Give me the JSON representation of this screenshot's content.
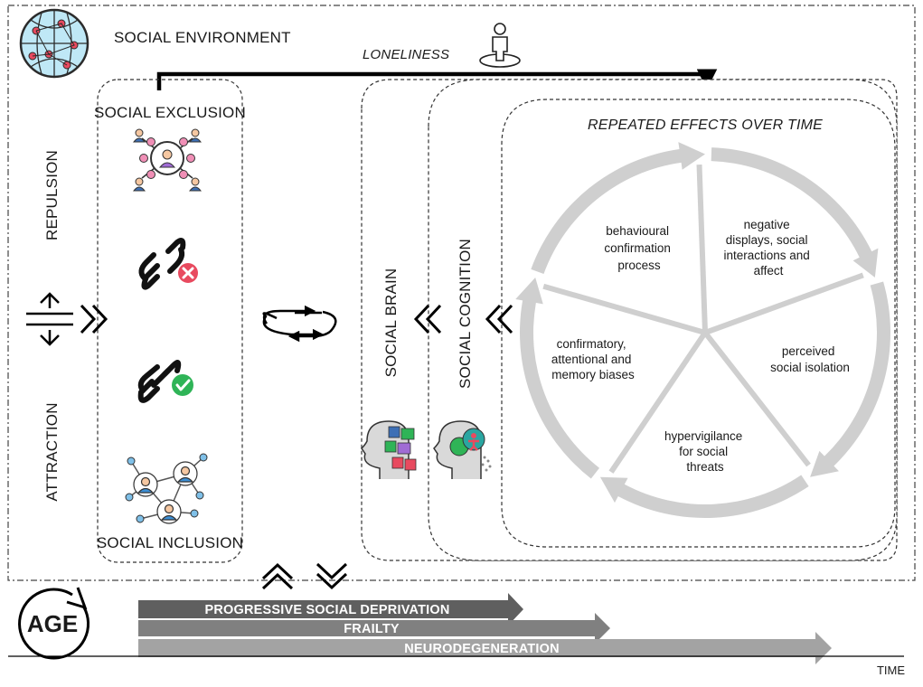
{
  "labels": {
    "social_environment": "SOCIAL ENVIRONMENT",
    "loneliness": "LONELINESS",
    "social_exclusion": "SOCIAL EXCLUSION",
    "social_inclusion": "SOCIAL INCLUSION",
    "repulsion": "REPULSION",
    "attraction": "ATTRACTION",
    "social_brain": "SOCIAL BRAIN",
    "social_cognition": "SOCIAL COGNITION",
    "repeated_effects": "REPEATED EFFECTS OVER TIME",
    "age": "AGE",
    "time": "TIME"
  },
  "cycle_segments": [
    {
      "lines": [
        "behavioural",
        "confirmation",
        "process"
      ]
    },
    {
      "lines": [
        "negative",
        "displays, social",
        "interactions and",
        "affect"
      ]
    },
    {
      "lines": [
        "perceived",
        "social isolation"
      ]
    },
    {
      "lines": [
        "hypervigilance",
        "for social",
        "threats"
      ]
    },
    {
      "lines": [
        "confirmatory,",
        "attentional and",
        "memory biases"
      ]
    }
  ],
  "bars": [
    {
      "label": "PROGRESSIVE SOCIAL DEPRIVATION",
      "color": "#5f5f5f"
    },
    {
      "label": "FRAILTY",
      "color": "#808080"
    },
    {
      "label": "NEURODEGENERATION",
      "color": "#a3a3a3"
    }
  ],
  "icons": {
    "globe": "globe-network-icon",
    "person": "person-standing-icon",
    "exclusion": "excluded-group-icon",
    "broken_link": "broken-link-icon",
    "connected_link": "connected-link-icon",
    "inclusion": "connected-people-icon",
    "cycle": "cycle-arrows-icon",
    "head_puzzle": "head-puzzle-icon",
    "head_social": "head-social-icon",
    "age_cycle": "age-cycle-icon"
  },
  "colors": {
    "cycle_arrow": "#cfcfcf",
    "exclusion_accent": "#e84a5f",
    "inclusion_accent": "#2fb457",
    "globe": "#7fd0ec"
  }
}
